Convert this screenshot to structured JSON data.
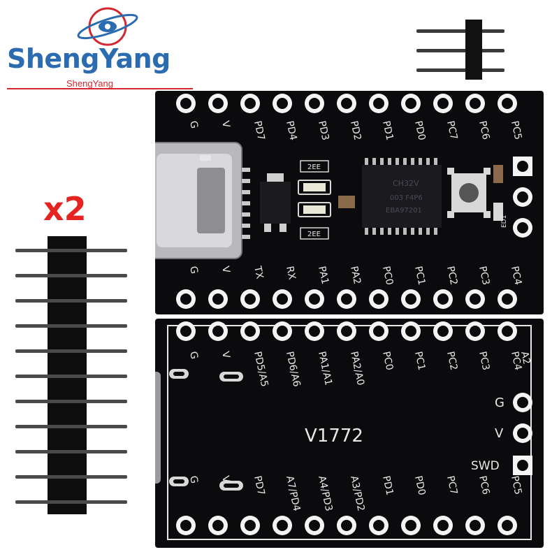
{
  "brand": {
    "name": "ShengYang",
    "tagline": "ShengYang",
    "colors": {
      "primary": "#2b6cb0",
      "accent": "#d3262f"
    }
  },
  "quantity_label": "x2",
  "board_top": {
    "top_row_labels": [
      "G",
      "V",
      "PD7",
      "PD4",
      "PD3",
      "PD2",
      "PD1",
      "PD0",
      "PC7",
      "PC6",
      "PC5"
    ],
    "bottom_row_labels": [
      "G",
      "V",
      "TX",
      "RX",
      "PA1",
      "PA2",
      "PC0",
      "PC1",
      "PC2",
      "PC3",
      "PC4"
    ],
    "chip_text": [
      "CH32V",
      "003 F4P6",
      "EBA97201"
    ],
    "led_label_1": "2EE",
    "led_label_2": "2EE",
    "side_label": "ED1"
  },
  "board_bottom": {
    "top_row_labels": [
      "G",
      "V",
      "PD5/A5",
      "PD6/A6",
      "PA1/A1",
      "PA2/A0",
      "PC0",
      "PC1",
      "PC2",
      "PC3",
      "PC4\nA2"
    ],
    "bottom_row_labels": [
      "G",
      "V",
      "PD7",
      "A7/PD4",
      "A4/PD3",
      "A3/PD2",
      "PD1",
      "PD0",
      "PC7",
      "PC6",
      "PC5"
    ],
    "side_labels": [
      "G",
      "V",
      "SWD"
    ],
    "version": "V1772"
  },
  "colors": {
    "pcb": "#0b0b0d",
    "silk": "#e8e8e8",
    "pad": "#f4f4f4",
    "chip": "#1b1b1f"
  }
}
